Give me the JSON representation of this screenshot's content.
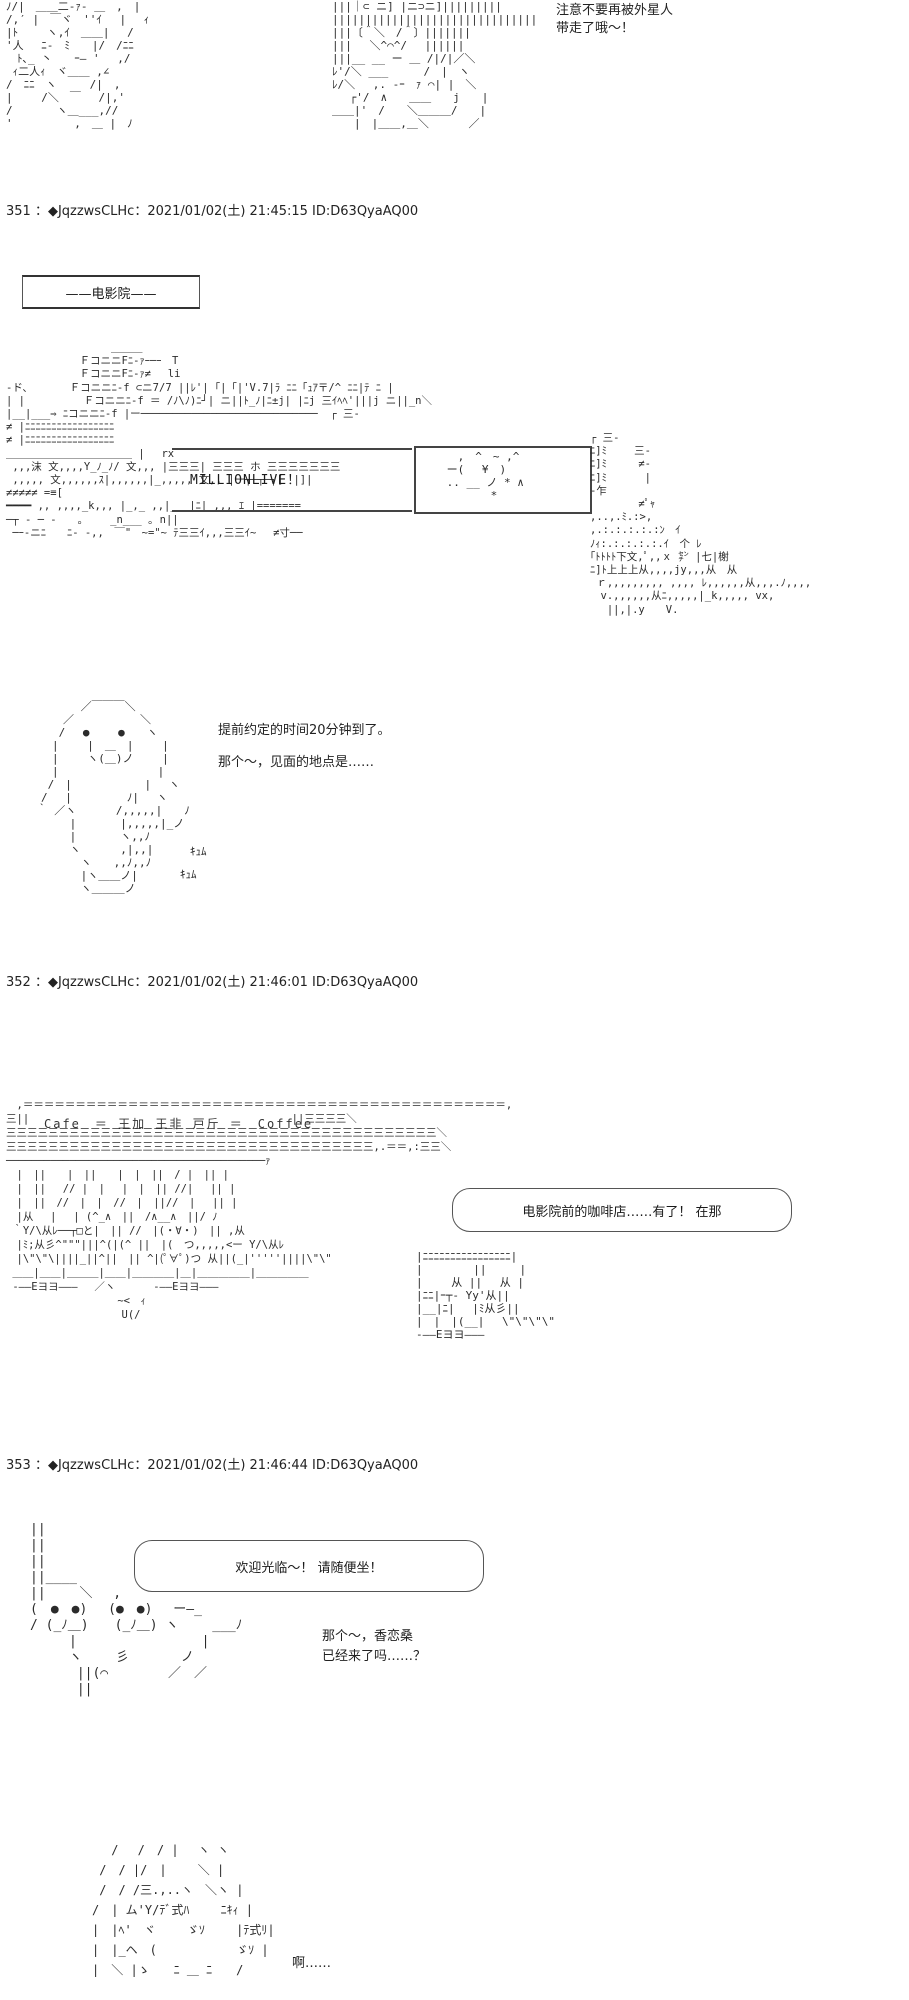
{
  "posts": [
    {
      "header": "351 ：◆JqzzwsCLHc：2021/01/02(土) 21:45:15 ID:D63QyaAQ00"
    },
    {
      "header": "352 ：◆JqzzwsCLHc：2021/01/02(土) 21:46:01 ID:D63QyaAQ00"
    },
    {
      "header": "353 ：◆JqzzwsCLHc：2021/01/02(土) 21:46:44 ID:D63QyaAQ00"
    }
  ],
  "top": {
    "speech_line1": "注意不要再被外星人",
    "speech_line2": "带走了哦～！"
  },
  "scene1": {
    "title": "——电影院——",
    "cinema_sign": "MILLIONLIVE！"
  },
  "scene2": {
    "narration_line1": "提前约定的时间20分钟到了。",
    "narration_line2": "那个～，见面的地点是……",
    "sfx1": "ｷｭﾑ",
    "sfx2": "ｷｭﾑ"
  },
  "scene3": {
    "sign": "Cafe　＝ 王加 王非 戸斤 ＝　Coffee",
    "bubble": "电影院前的咖啡店……有了！ 在那"
  },
  "scene4": {
    "bubble": "欢迎光临～！ 请随便坐！",
    "speech_line1": "那个～，香恋桑",
    "speech_line2": "已经来了吗……？"
  },
  "scene5": {
    "speech": "啊……"
  },
  "art": {
    "top_left": "ﾉ/|　＿＿二-ｧ- ＿　,　|\n/,′ |　￣ヾ　''ｲ　 |　 ｨ\n|ﾄ　　 ヽ,ｲ　＿＿|　 /\n'人　 ﾆ-　ﾐ　　|/　/ﾆﾆ\n　ﾄ､_ 丶　　ｰ― '　 ,/\n ｨ二人ｨ　ヾ＿＿ ,∠\n/　ﾆﾆ　ヽ　　　/|　,\n|　　 /＼　￣　 /|,'\n/　　　　ヽ＿___,//\n'　　　　　 ,　＿ |　ﾉ",
    "top_mid": "|||｜⊂ ニ] |ニ⊃ニ]|||||||||\n|||||||||||||||||||||||||||||||\n|||〔＾＼　/＾〕|||||||\n|||　 ＼^⌒^/　 ||||||\n|||__ __ ー ＿ /|/|／＼\nﾚ'/＼ ___　 　 /　|　ヽ\nﾚ/＼　 ,. -ｰ　ｧ ⌒| |　＼\n　 ┌'/　∧　　＿＿　　j　　|\n＿＿|'　/　　＼＿＿＿/　　|\n　　|　|＿＿,＿＼　　　 ／",
    "cinema": "　　　　　　　　　　＿＿＿\n　　　　　　　ＦコニニFﾆ-ｧｰ─ｰ　T\n　　　　　　　ＦコニニFﾆ-ｧ≠　 li\n-ド、　　　　Ｆコニニﾆ-f ⊂ニ7/7 ||ﾚ'| ｢|「|'V.7|ﾗ ﾆﾆ「ｭｱ〒/^ ﾆﾆ|ﾃ ﾆ |\n| |　　　　　 Ｆコニニﾆ-f ＝ /ﾉ\\ﾉ)ﾆ┘| ニ||ﾄ_ﾉ|ﾆ±j| |ﾆj 三ｲﾍﾍ'|||j ニ||_n＼\n|__|___⇒ ﾆコニニﾆ-f |ー────────────────────────────  ┌ 三-\n≠ |ﾆﾆﾆﾆﾆﾆﾆﾆﾆﾆﾆﾆﾆﾆﾆﾆﾆ\n≠ |ﾆﾆﾆﾆﾆﾆﾆﾆﾆﾆﾆﾆﾆﾆﾆﾆﾆ\n＿＿＿＿＿＿＿＿＿＿＿＿ |　 rx\n ,,,沫 文,,,,Y_ﾉ_ﾉ/ 文,,, |三三三| 三三三 ホ 三三三三三三三\n ,,,,, 文,,,,,,ｽ|,,,,,,|_,,,,, 文,, |ー┬─┬─┐[　|]|\n≠≠≠≠≠ =≡[\n━━━━ ,, ,,,,_k,,, |_,_ ,,|_ _|ﾆ|_,,, ｴ |=======\n─┬ ‐ ─ ‐　　｡　　 _n___ ｡ n||\n ─ｰ-ニﾆ　　ﾆ- -,,　￣\"　~=\"~ ﾃ三三ｲ,,,三三ｲ~　 ≠寸──",
    "cinema_right": "┌ 三-\nﾆ]ﾐ　　 三-\nﾆ]ﾐ　　　≠‐\nﾆ]ﾐ　　　 |\n-乍\n　　　　 ≠ﾟｬ\n,..,.ﾐ.:>,\n,.:.:.:.:.:ﾝ　ｲ\nﾉｨ:.:.:.:.:.ｲ　个 ﾚ\n｢ﾄﾄﾄﾄ下文,ﾟ,,ｘ ㌢ |七|榭\nﾆ]ﾄ上上上从,,,,jy,,,从　从\n ｒ,,,,,,,,, ,,,, ﾚ,,,,,,从,,,.ﾉ,,,,\n　v.,,,,,,从ﾆ,,,,,|_k,,,,, vx,\n　 ||,|.y　　V.",
    "cinema_poster": "　 ,　^　~ ,^\n ー(　 ¥　)\n .. __ ノ * ∧\n 　　　　*",
    "cinema_sign_box": "",
    "character": "　　　　 ／￣￣￣＼\n　　　／　　　　　　＼\n　　 /　 ●　　 ●　　ヽ\n　　|　　 |　＿　|　　 |\n　　|　　 ヽ(＿)ノ　　 |\n　　|　　　　　　　　　|\n　 /　|　　　　　　 |　 ヽ\n　/　 |　　　　　ﾉ|　 ヽ\n ｀ ／ヽ　　　 /,,,,,|　　ﾉ\n　　　 |　　　　|,,,,,|_ノ\n　　　 |　　　　ヽ,,ﾉ\n　　　 ヽ　　　 ,|,,|\n　　　　 ヽ　　,,ﾉ,,ﾉ\n　　　　 |ヽ＿＿ノ|\n　　　　 ヽ＿＿＿ノ",
    "cafe": "　,＝＝＝＝＝＝＝＝＝＝＝＝＝＝＝＝＝＝＝＝＝＝＝＝＝＝＝＝＝＝＝＝＝＝＝＝＝＝＝＝＝＝＝＝＝＝,\n三||　　　　　　　　　　　　　　　　　　　　　　　　　||三三三三＼\n三三三三三三三三三三三三三三三三三三三三三三三三三三三三三三三三三三三三三三三三三＼\n三三三三三三三三三三三三三三三三三三三三三三三三三三三三三三三三三三三,.＝＝,:三三＼\n─────────────────────────────────────────ｧ\n　|　||　　|　||　　|　|　||　/ |　|| |\n　|　||　 // |　| 　|　|　|| //|　 || |\n　|　||　//　|　|　//　|　||//　|　 || |\n　|从　 |　 | (^_∧　||　/∧__∧　||/ ﾉ\n ｀Y/\\从ﾚ──┬□と|　|| //　|(・∀・)　|| ,从\n　|ﾐ;从彡^\"\"\"|||^(|(^ ||　|(　つ,,,,,<ー Y/\\从ﾚ\n　|\\\"\\\"\\||||_||^||　|| ^|(ﾟ∀ﾟ)つ 从||(_|'''''||||\\\"\\\"\n ＿＿|＿＿|＿＿＿|＿＿|＿＿＿＿|＿|＿＿＿＿＿|＿＿＿＿＿\n ‐――Eヨヨ―――　 ／ヽ　　　 ‐――Eヨヨ―――\n　　　　　　　　　　 ~<　ｨ\n　　　　　　　　　　　U(/",
    "cafe_right": "|ﾆﾆﾆﾆﾆﾆﾆﾆﾆﾆﾆﾆﾆﾆﾆﾆ|\n|　　　　 ||　　　|\n|　　 从 ||　 从 |\n|ﾆﾆ|ｰ┬‐ Yy'从||\n|__|ﾆ|　 |ﾐ从彡||\n|　|　|(__|　 \\\"\\\"\\\"\\\"\n‐――Eヨヨ―――",
    "waiter": "||\n||\n||\n||____\n||　　 ＼　 ,\n(　●　●)　 (●　●)　 ー―_\n/ (_ﾉ＿)　　(_ﾉ＿) ヽ　　 ___ﾉ\n　　　|　　　　　　　　　 |\n　　　ヽ　　 彡　　　　ノ\n　　　 ||(⌒　　　　 ／　／\n　　　 ||",
    "bottom": "　　 /　 /　/ |　 ヽ ヽ\n　 /　/ |/　|　　 ＼ |\n　 /　/ /三.,..ヽ　＼ヽ |\n　/　| ム'Y/ﾃﾞ式ﾊ　　 ﾆｷｨ |\n　|　|ﾍ'　ヾ　　 ゞｿ　　 |ﾃ式ﾘ|\n　|　|_ヘ　(　　　　　　 ゞｿ |\n　|　＼ |ゝ　　ﾆ ＿ ﾆ　　/"
  }
}
